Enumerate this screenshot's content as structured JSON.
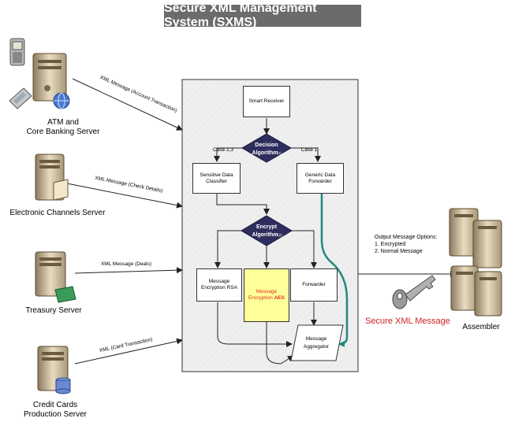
{
  "title": "Secure XML Management System (SXMS)",
  "servers": {
    "atm": {
      "line1": "ATM and",
      "line2": "Core Banking Server"
    },
    "channels": "Electronic Channels Server",
    "treasury": "Treasury Server",
    "cards": {
      "line1": "Credit Cards",
      "line2": "Production Server"
    }
  },
  "messages": {
    "account": "XML Message (Account Transaction)",
    "check": "XML Message (Check Details)",
    "deals": "XML Message (Deals)",
    "card": "XML (Card Transaction)"
  },
  "flow": {
    "smart_receiver": "Smart Receiver",
    "decision": {
      "line1": "Decision",
      "line2": "Algorithm",
      "num": "(1)"
    },
    "case23": "Case 2,3",
    "case1": "Case 1",
    "sensitive": {
      "line1": "Sensitive Data",
      "line2": "Classifier"
    },
    "generic": {
      "line1": "Generic Data",
      "line2": "Forwarder"
    },
    "encrypt": {
      "line1": "Encrypt",
      "line2": "Algorithm",
      "num": "(2)"
    },
    "rsa": {
      "line1": "Message",
      "line2": "Encryption RSA"
    },
    "aes": {
      "line1": "Message",
      "line2": "Encryption",
      "bold": "AES"
    },
    "forwarder": "Forwarder",
    "aggregator": {
      "line1": "Message",
      "line2": "Aggregator"
    }
  },
  "output": {
    "heading": "Output Message Options:",
    "opt1": "1. Encrypted",
    "opt2": "2. Normal Message"
  },
  "secure_label": "Secure XML Message",
  "assembler": "Assembler",
  "colors": {
    "title_bg": "#6b6b6b",
    "diamond": "#2e2e5e",
    "teal": "#1f8a7f",
    "aes_fill": "#ffff99",
    "aes_text": "#e03020",
    "secure_text": "#d02020",
    "panel": "#efefef"
  }
}
